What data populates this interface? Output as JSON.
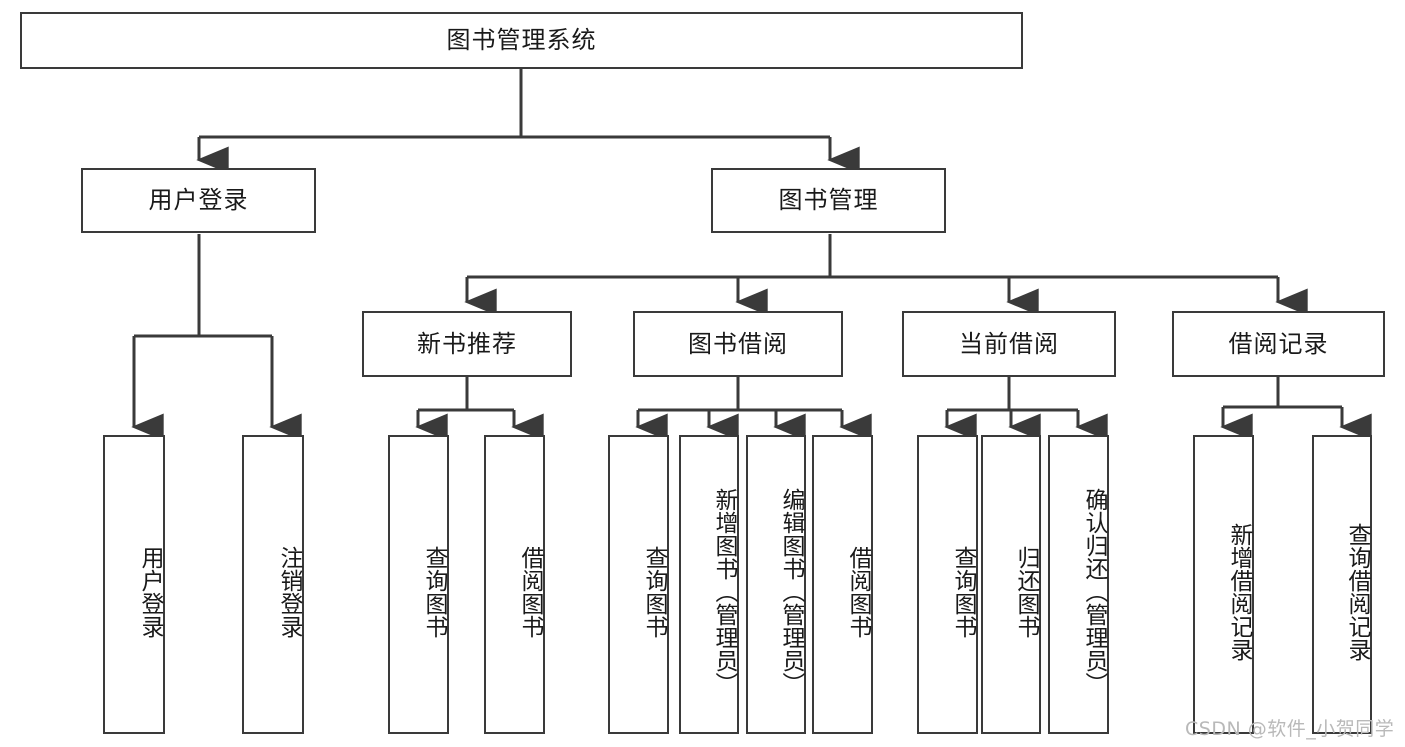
{
  "diagram": {
    "title": "图书管理系统",
    "root": {
      "label": "图书管理系统",
      "orientation": "horizontal"
    },
    "level2": [
      {
        "label": "用户登录",
        "orientation": "horizontal"
      },
      {
        "label": "图书管理",
        "orientation": "horizontal"
      }
    ],
    "level3": [
      {
        "label": "新书推荐",
        "orientation": "horizontal"
      },
      {
        "label": "图书借阅",
        "orientation": "horizontal"
      },
      {
        "label": "当前借阅",
        "orientation": "horizontal"
      },
      {
        "label": "借阅记录",
        "orientation": "horizontal"
      }
    ],
    "leaves": [
      {
        "label": "用户登录",
        "parent": "用户登录"
      },
      {
        "label": "注销登录",
        "parent": "用户登录"
      },
      {
        "label": "查询图书",
        "parent": "新书推荐"
      },
      {
        "label": "借阅图书",
        "parent": "新书推荐"
      },
      {
        "label": "查询图书",
        "parent": "图书借阅"
      },
      {
        "label": "新增图书（管理员）",
        "parent": "图书借阅"
      },
      {
        "label": "编辑图书（管理员）",
        "parent": "图书借阅"
      },
      {
        "label": "借阅图书",
        "parent": "图书借阅"
      },
      {
        "label": "查询图书",
        "parent": "当前借阅"
      },
      {
        "label": "归还图书",
        "parent": "当前借阅"
      },
      {
        "label": "确认归还（管理员）",
        "parent": "当前借阅"
      },
      {
        "label": "新增借阅记录",
        "parent": "借阅记录"
      },
      {
        "label": "查询借阅记录",
        "parent": "借阅记录"
      }
    ],
    "colors": {
      "background": "#ffffff",
      "box_fill": "#ffffff",
      "box_stroke": "#3a3a3a",
      "connector": "#3a3a3a",
      "text": "#1a1a1a",
      "watermark": "#b9b9b9"
    }
  },
  "watermark": {
    "text": "CSDN @软件_小贺同学"
  }
}
